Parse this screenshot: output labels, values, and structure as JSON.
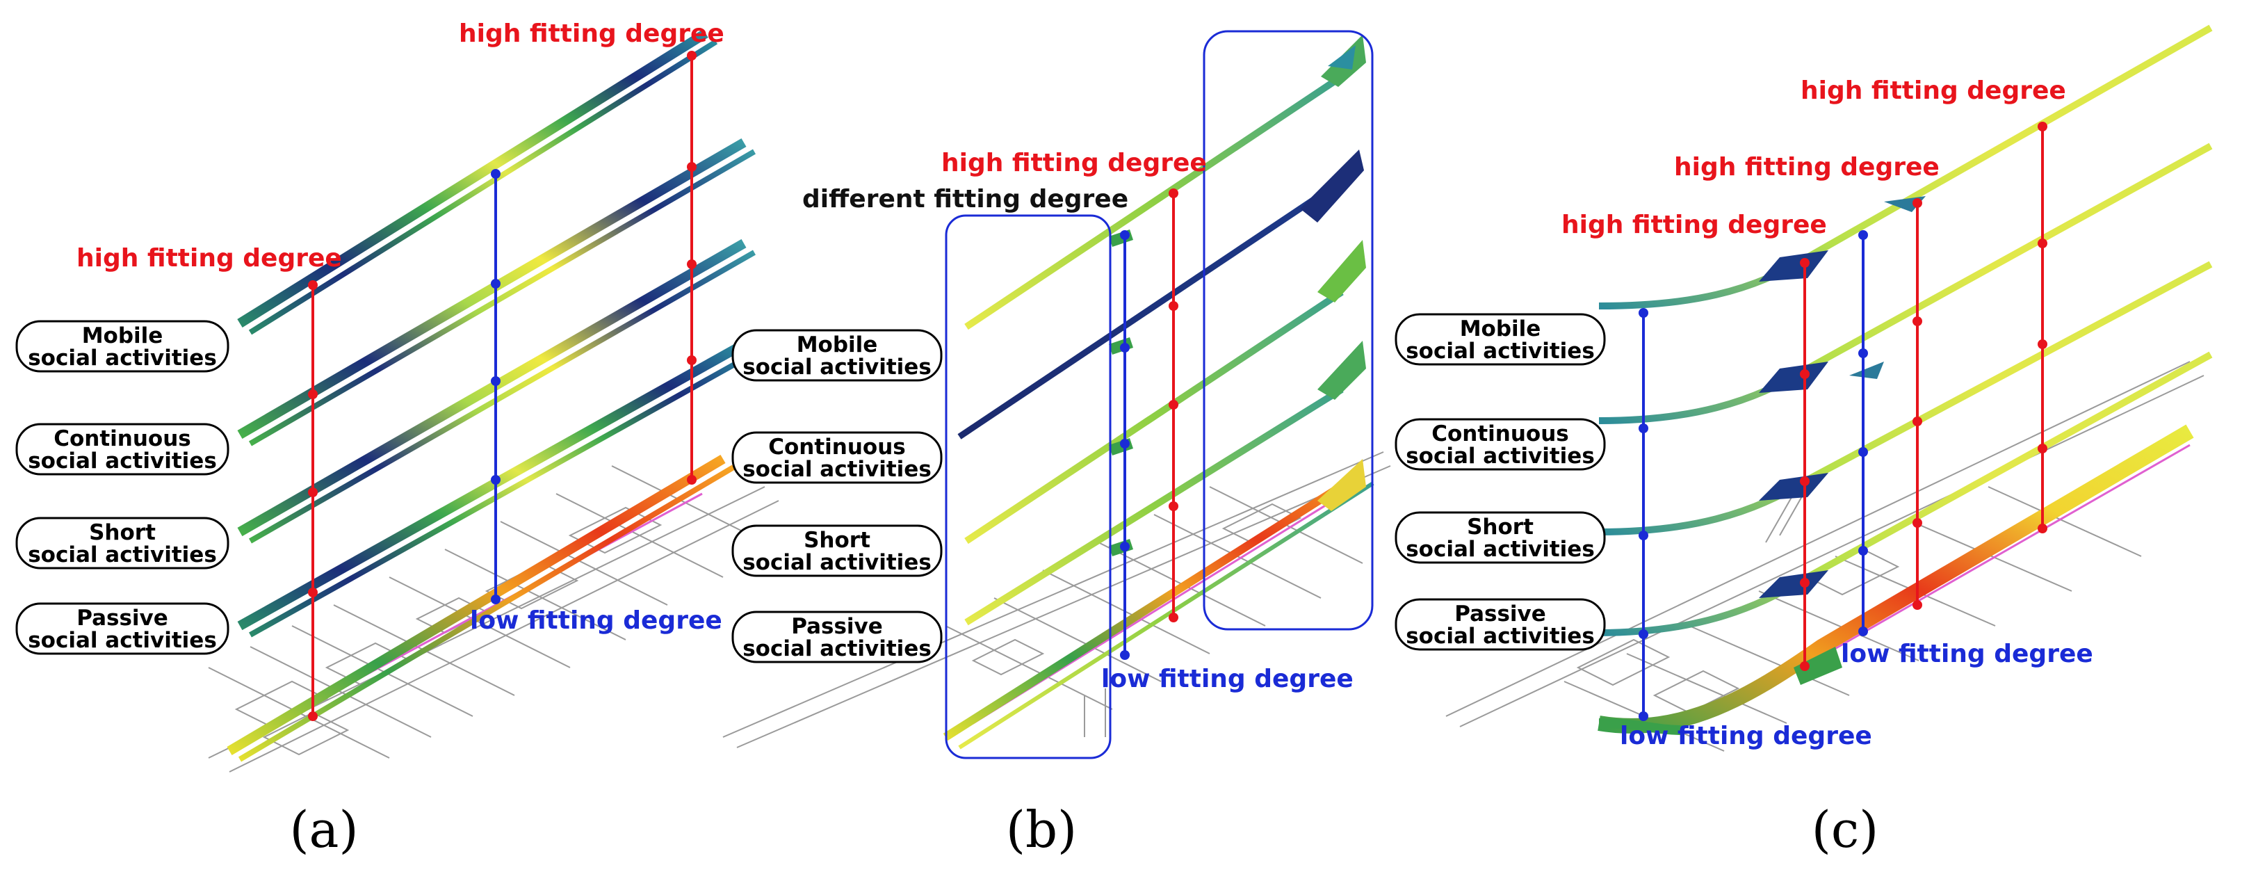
{
  "colors": {
    "high": "#e8141c",
    "low": "#1a2bd6",
    "map": "#9a9a9a",
    "map_highlight": "#e060d0"
  },
  "labels": {
    "mobile": [
      "Mobile",
      "social activities"
    ],
    "continuous": [
      "Continuous",
      "social activities"
    ],
    "short": [
      "Short",
      "social activities"
    ],
    "passive": [
      "Passive",
      "social activities"
    ]
  },
  "annotations": {
    "high": "high fitting degree",
    "low": "low fitting degree",
    "different": "different fitting degree"
  },
  "panels": {
    "a": "(a)",
    "b": "(b)",
    "c": "(c)"
  }
}
